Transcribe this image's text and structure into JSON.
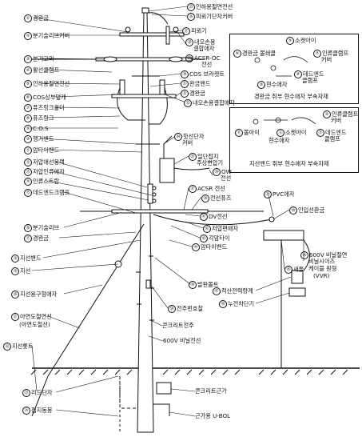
{
  "labels": {
    "l1": {
      "num": "①",
      "text": "경완금"
    },
    "l2": {
      "num": "②",
      "text": "분기슬리브커버"
    },
    "l3": {
      "num": "③",
      "text": "분기고리"
    },
    "l4": {
      "num": "④",
      "text": "활선클램프"
    },
    "l5": {
      "num": "⑤",
      "text": "인하용절연전선"
    },
    "l6": {
      "num": "⑥",
      "text": "COS상부덮개"
    },
    "l7": {
      "num": "⑦",
      "text": "퓨즈링크홀더"
    },
    "l8": {
      "num": "⑧",
      "text": "퓨즈링크"
    },
    "l9": {
      "num": "⑨",
      "text": "C.O.S"
    },
    "l10": {
      "num": "⑩",
      "text": "행거밴드"
    },
    "l11": {
      "num": "⑪",
      "text": "암타이밴드"
    },
    "l12": {
      "num": "⑫",
      "text": "저압애선용랙"
    },
    "l13": {
      "num": "⑬",
      "text": "저압인류애자"
    },
    "l14": {
      "num": "⑭",
      "text": "인류스트랍"
    },
    "l15": {
      "num": "⑮",
      "text": "데드엔드크램프"
    },
    "l16": {
      "num": "⑯",
      "text": "분기슬리브"
    },
    "l17": {
      "num": "⑰",
      "text": "경완금"
    },
    "l18": {
      "num": "⑱",
      "text": "지선밴드"
    },
    "l19": {
      "num": "⑲",
      "text": "지선"
    },
    "l20": {
      "num": "⑳",
      "text": "지선용구형애자"
    },
    "l21a": {
      "num": "㉑",
      "text": "아연도철연선"
    },
    "l21b": {
      "text": "(아연도철선)"
    },
    "l22": {
      "num": "㉒",
      "text": "지선롯트"
    },
    "l23": {
      "num": "㉓",
      "text": "리드단자"
    },
    "l24": {
      "num": "㉔",
      "text": "접지동봉"
    },
    "l25": {
      "num": "㉕",
      "text": "인하용절연전선"
    },
    "l26": {
      "num": "㉖",
      "text": "피뢰기단자커버"
    },
    "l27": {
      "num": "㉗",
      "text": "피뢰기"
    },
    "l28a": {
      "num": "㉘",
      "text": "내오손용"
    },
    "l28b": {
      "text": "결합애자"
    },
    "l29a": {
      "num": "㉙",
      "text": "ACSR-OC"
    },
    "l29b": {
      "text": "전선"
    },
    "l30": {
      "num": "㉚",
      "text": "COS 브라켓트"
    },
    "l31": {
      "num": "㉛",
      "text": "완금밴드"
    },
    "l32": {
      "num": "㉜",
      "text": "경완금"
    },
    "l33": {
      "num": "㉝",
      "text": "내오손용결합애자"
    },
    "l34a": {
      "num": "㉞",
      "text": "핫선단자"
    },
    "l34b": {
      "text": "커버"
    },
    "l35a": {
      "num": "㉟",
      "text": "일단접지"
    },
    "l35b": {
      "text": "주상변압기"
    },
    "l36a": {
      "num": "㊱",
      "text": "OW"
    },
    "l36b": {
      "text": "전선"
    },
    "l37": {
      "num": "㊲",
      "text": "ACSR 전선"
    },
    "l38": {
      "num": "㊳",
      "text": "전선퓨즈"
    },
    "l39": {
      "num": "㊴",
      "text": "PVC애자"
    },
    "l40": {
      "num": "㊵",
      "text": "인입선환금"
    },
    "l41": {
      "num": "㊶",
      "text": "DV전선"
    },
    "l42": {
      "num": "㊷",
      "text": "저압편애자"
    },
    "l43": {
      "num": "㊸",
      "text": "각암타이"
    },
    "l44": {
      "num": "㊹",
      "text": "암타이밴드"
    },
    "l45": {
      "num": "㊺",
      "text": "새들"
    },
    "l46a": {
      "num": "㊻",
      "text": "600V 비닐절연"
    },
    "l46b": {
      "text": "비닐시이즈"
    },
    "l46c": {
      "text": "케이블 원형"
    },
    "l46d": {
      "text": "(VVR)"
    },
    "l47": {
      "num": "㊼",
      "text": "적산전력량계"
    },
    "l48": {
      "num": "㊽",
      "text": "누전차단기"
    },
    "l49": {
      "num": "㊾",
      "text": "발판볼트"
    },
    "l50": {
      "num": "㊿",
      "text": "전주번호찰"
    },
    "l51": {
      "text": "콘크리트전주"
    },
    "l52": {
      "text": "600V 비닐전선"
    },
    "l53": {
      "text": "콘크리트근가"
    },
    "l54": {
      "text": "근가용 U-BOL"
    }
  },
  "box1": {
    "caption": "경완금 취부 현수애자 부속자재",
    "items": {
      "a": {
        "num": "⑤",
        "text": "소켓아이"
      },
      "b": {
        "num": "⑥",
        "text": "경완금 볼쇄클"
      },
      "c": {
        "num": "⑦",
        "text": "인류클램프"
      },
      "c2": {
        "text": "커버"
      },
      "d": {
        "num": "⑧",
        "text": "데드엔드"
      },
      "d2": {
        "text": "클램프"
      },
      "e": {
        "num": "⑨",
        "text": "현수애자"
      }
    }
  },
  "box2": {
    "caption": "지선밴드 취부 현수애자 부속자재",
    "items": {
      "a": {
        "num": "⑩",
        "text": "인류클램프"
      },
      "a2": {
        "text": "커버"
      },
      "b": {
        "num": "⑪",
        "text": "볼아이"
      },
      "c": {
        "num": "⑫",
        "text": "소켓아이"
      },
      "d": {
        "num": "⑬",
        "text": "데드엔드"
      },
      "d2": {
        "text": "클램프"
      },
      "e": {
        "text": "현수애자"
      }
    }
  }
}
